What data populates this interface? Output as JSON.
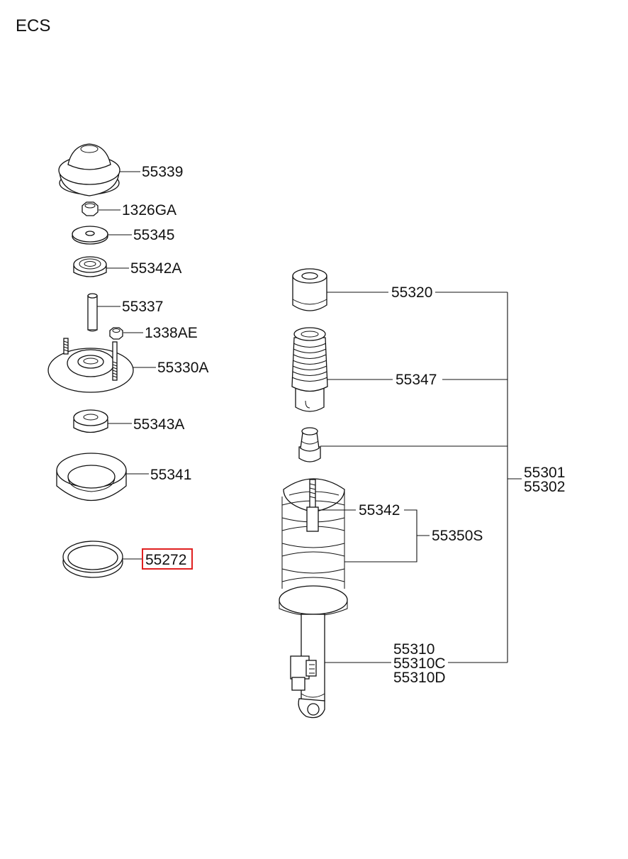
{
  "title": "ECS",
  "highlight_color": "#e02020",
  "highlighted_part": "55272",
  "parts": {
    "p55339": "55339",
    "p1326GA": "1326GA",
    "p55345": "55345",
    "p55342A": "55342A",
    "p55337": "55337",
    "p1338AE": "1338AE",
    "p55330A": "55330A",
    "p55343A": "55343A",
    "p55341": "55341",
    "p55272": "55272",
    "p55320": "55320",
    "p55347": "55347",
    "p55342": "55342",
    "p55350S": "55350S",
    "p55301": "55301",
    "p55302": "55302",
    "p55310": "55310",
    "p55310C": "55310C",
    "p55310D": "55310D"
  }
}
